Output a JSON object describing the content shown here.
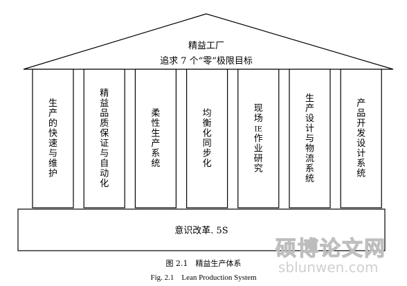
{
  "roof": {
    "title": "精益工厂",
    "subtitle": "追求 7 个“零”极限目标"
  },
  "pillars": [
    "生产的快速与维护",
    "精益品质保证与自动化",
    "柔性生产系统",
    "均衡化同步化",
    "现场 IE 作业研究",
    "生产设计与物流系统",
    "产品开发设计系统"
  ],
  "foundation": "意识改革. 5S",
  "caption": {
    "cn": "图 2.1　精益生产体系",
    "en": "Fig. 2.1　Lean Production System"
  },
  "watermark": {
    "cn": "硕博论文网",
    "url": "sblunwen.com"
  }
}
